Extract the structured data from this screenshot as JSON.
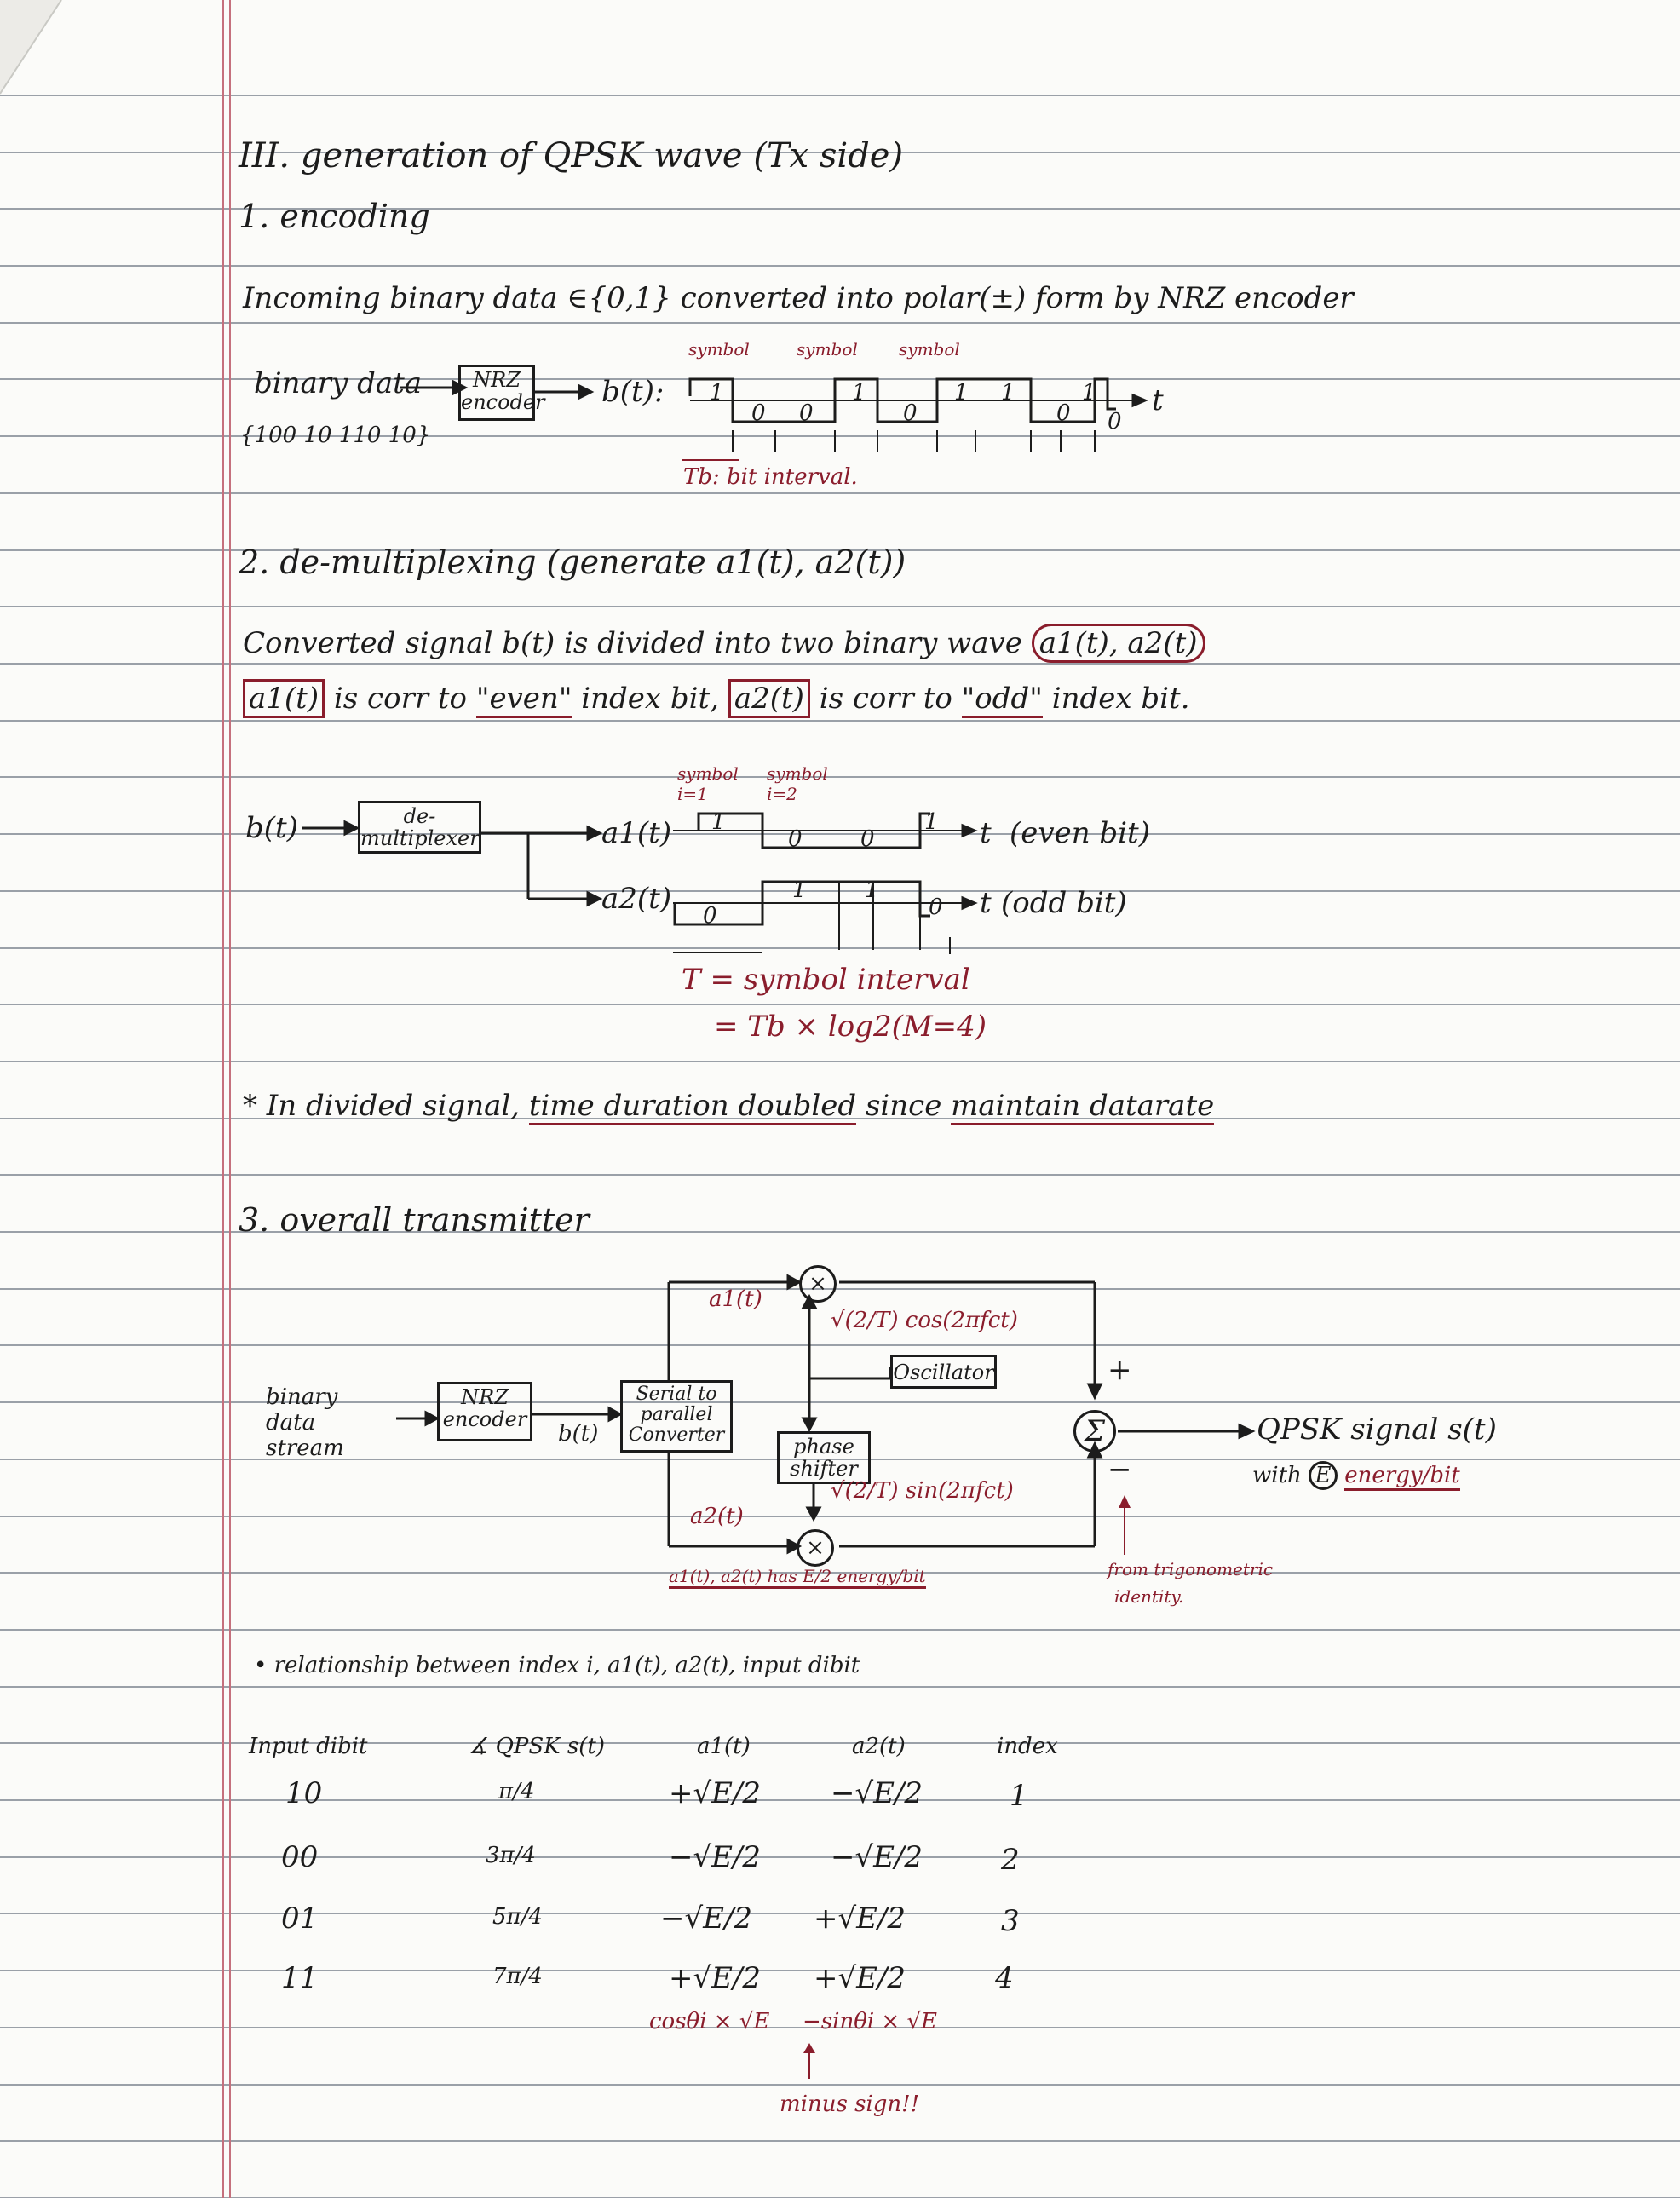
{
  "section_title": "III. generation of QPSK wave (Tx side)",
  "encoding": {
    "heading": "1. encoding",
    "desc": "Incoming binary data ∈{0,1} converted into polar(±) form by NRZ encoder",
    "binary_data_label": "binary data",
    "binary_data_bits": "{100 10 110 10}",
    "nrz_box": "NRZ encoder",
    "bt_label": "b(t):",
    "symbol_label": "symbol",
    "t_axis": "t",
    "bit_values": [
      "1",
      "0",
      "0",
      "1",
      "0",
      "1",
      "1",
      "0",
      "1",
      "0"
    ],
    "tb_label": "Tb: bit interval."
  },
  "demux": {
    "heading": "2. de-multiplexing (generate a1(t), a2(t))",
    "line1_a": "Converted signal b(t) is divided into two binary wave",
    "line1_circled": "a1(t), a2(t)",
    "line2_boxed1": "a1(t)",
    "line2_a": "is corr to",
    "line2_even": "\"even\"",
    "line2_b": "index bit,",
    "line2_boxed2": "a2(t)",
    "line2_c": "is corr to",
    "line2_odd": "\"odd\"",
    "line2_d": "index bit.",
    "bt": "b(t)",
    "demux_box": "de-multiplexer",
    "a1": "a1(t)",
    "a2": "a2(t)",
    "symbol1": "symbol i=1",
    "symbol2": "symbol i=2",
    "a1_bits": [
      "1",
      "0",
      "0",
      "1"
    ],
    "a2_bits": [
      "0",
      "1",
      "1",
      "0"
    ],
    "even_label": "(even bit)",
    "odd_label": "(odd bit)",
    "t_axis": "t",
    "T_line1": "T = symbol interval",
    "T_line2": "= Tb × log2(M=4)"
  },
  "note": {
    "star": "* In divided signal,",
    "ul1": "time duration doubled",
    "mid": "since",
    "ul2": "maintain datarate"
  },
  "transmitter": {
    "heading": "3. overall transmitter",
    "binary_stream": "binary data stream",
    "nrz": "NRZ encoder",
    "bt": "b(t)",
    "s2p": "Serial to parallel Converter",
    "a1": "a1(t)",
    "a2": "a2(t)",
    "cos": "√(2/T) cos(2πfct)",
    "sin": "√(2/T) sin(2πfct)",
    "osc": "Oscillator",
    "phase": "phase shifter",
    "plus": "+",
    "minus": "−",
    "sum": "Σ",
    "mult": "×",
    "out1": "QPSK signal s(t)",
    "out2_a": "with",
    "out2_E": "E",
    "out2_b": "energy/bit",
    "energy_note": "a1(t), a2(t) has E/2 energy/bit",
    "trig_note1": "from trigonometric",
    "trig_note2": "identity."
  },
  "relationship": {
    "heading": "• relationship between index i, a1(t), a2(t), input dibit",
    "headers": [
      "Input dibit",
      "∡ QPSK s(t)",
      "a1(t)",
      "a2(t)",
      "index"
    ],
    "rows": [
      [
        "10",
        "π/4",
        "+√E/2",
        "−√E/2",
        "1"
      ],
      [
        "00",
        "3π/4",
        "−√E/2",
        "−√E/2",
        "2"
      ],
      [
        "01",
        "5π/4",
        "−√E/2",
        "+√E/2",
        "3"
      ],
      [
        "11",
        "7π/4",
        "+√E/2",
        "+√E/2",
        "4"
      ]
    ],
    "foot1": "cosθi × √E",
    "foot2": "−sinθi × √E",
    "foot3": "minus sign!!"
  }
}
